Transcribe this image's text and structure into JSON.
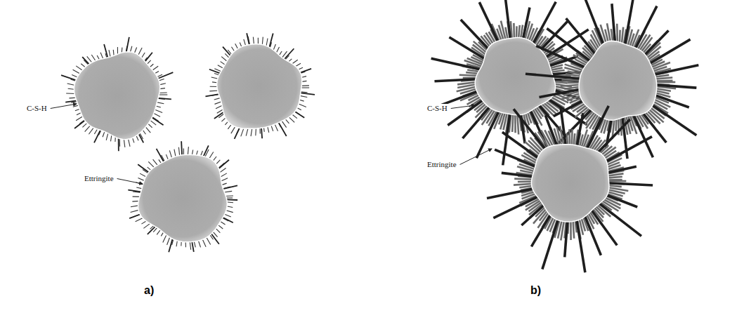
{
  "diagram": {
    "labels": [
      "C-S-H",
      "Ettringite",
      "C-S-H",
      "Ettringite",
      "a)",
      "b)"
    ]
  }
}
